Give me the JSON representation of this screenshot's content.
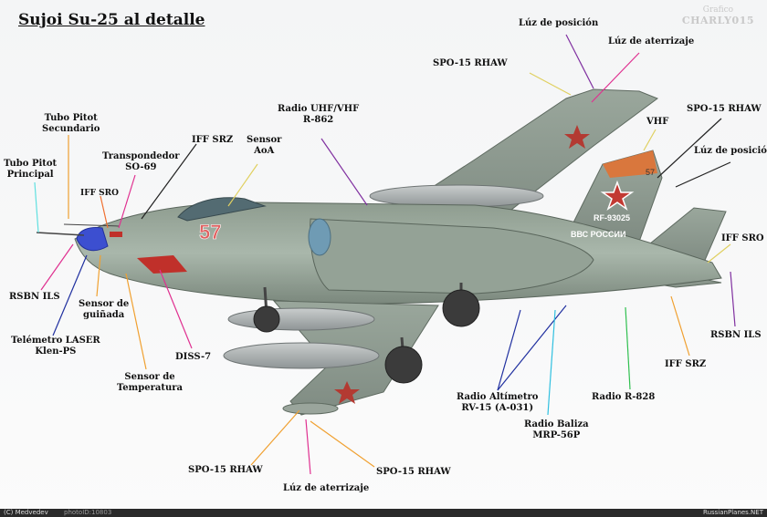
{
  "title": "Sujoi Su-25 al detalle",
  "credit": {
    "line1": "Grafico",
    "line2": "CHARLY015"
  },
  "aircraft": {
    "nose_number": "57",
    "tail_number": "57",
    "registration": "RF-93025",
    "fuselage_text": "ВВС РОССИИ"
  },
  "labels": {
    "tubo_pitot_secundario": {
      "l1": "Tubo Pitot",
      "l2": "Secundario"
    },
    "tubo_pitot_principal": {
      "l1": "Tubo Pitot",
      "l2": "Principal"
    },
    "iff_sro_nose": "IFF SRO",
    "transpondedor": {
      "l1": "Transpondedor",
      "l2": "SO-69"
    },
    "iff_srz_top": "IFF SRZ",
    "sensor_aoa": {
      "l1": "Sensor",
      "l2": "AoA"
    },
    "radio_uhf_vhf": {
      "l1": "Radio UHF/VHF",
      "l2": "R-862"
    },
    "spo15_upper": "SPO-15 RHAW",
    "luz_posicion_top": "Lúz de posición",
    "luz_aterrizaje_top": "Lúz de aterrizaje",
    "spo15_right": "SPO-15 RHAW",
    "vhf": "VHF",
    "luz_posicion_right": "Lúz de posición",
    "iff_sro_tail": "IFF SRO",
    "rsbn_ils_tail": "RSBN ILS",
    "iff_srz_tail": "IFF SRZ",
    "radio_r828": "Radio R-828",
    "radio_altimetro": {
      "l1": "Radio Altímetro",
      "l2": "RV-15 (A-031)"
    },
    "radio_baliza": {
      "l1": "Radio Baliza",
      "l2": "MRP-56P"
    },
    "spo15_bottom_left": "SPO-15 RHAW",
    "spo15_bottom_right": "SPO-15 RHAW",
    "luz_aterrizaje_bottom": "Lúz de aterrizaje",
    "rsbn_ils_nose": "RSBN ILS",
    "sensor_guinada": {
      "l1": "Sensor de",
      "l2": "guiñada"
    },
    "telemetro": {
      "l1": "Telémetro LASER",
      "l2": "Klen-PS"
    },
    "diss7": "DISS-7",
    "sensor_temperatura": {
      "l1": "Sensor de",
      "l2": "Temperatura"
    }
  },
  "footer": {
    "left": "(C) Medvedev",
    "middle": "photoID:10803",
    "right": "RussianPlanes.NET"
  }
}
